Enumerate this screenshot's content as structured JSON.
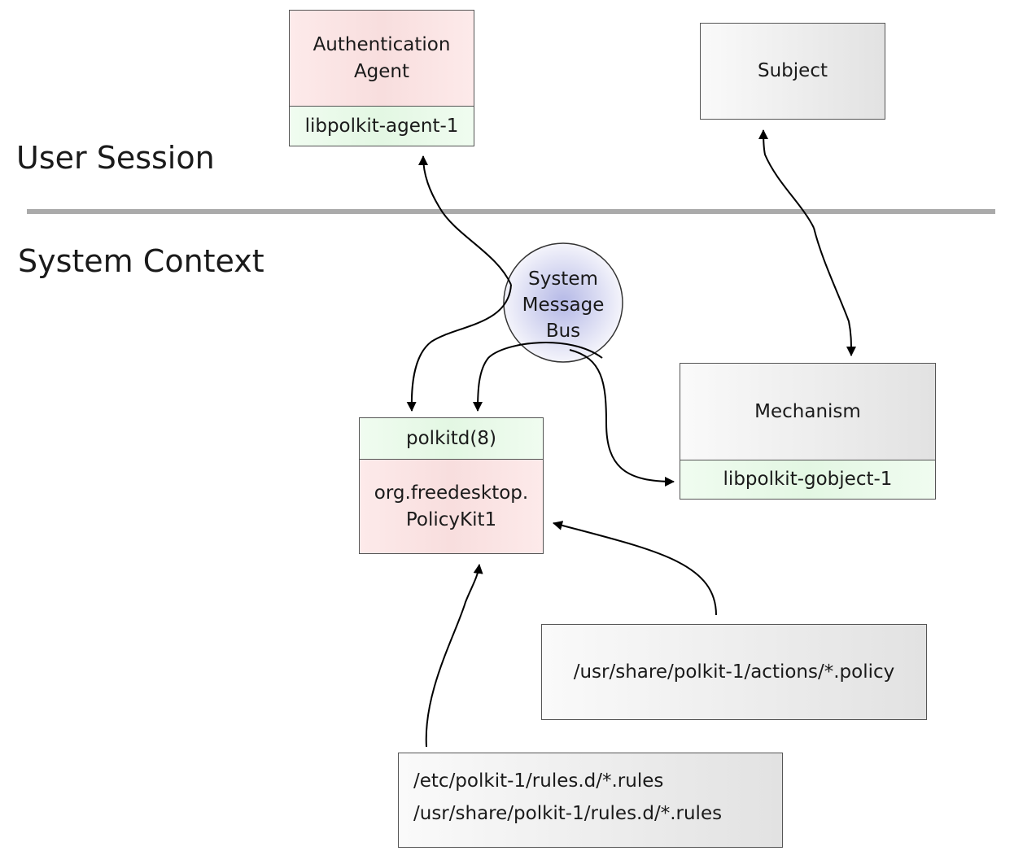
{
  "regions": {
    "user_session": "User Session",
    "system_context": "System Context"
  },
  "auth_agent": {
    "title_line1": "Authentication",
    "title_line2": "Agent",
    "library": "libpolkit-agent-1"
  },
  "subject": {
    "title": "Subject"
  },
  "bus": {
    "line1": "System",
    "line2": "Message",
    "line3": "Bus"
  },
  "polkitd": {
    "header": "polkitd(8)",
    "service_line1": "org.freedesktop.",
    "service_line2": "PolicyKit1"
  },
  "mechanism": {
    "title": "Mechanism",
    "library": "libpolkit-gobject-1"
  },
  "actions_file": {
    "path": "/usr/share/polkit-1/actions/*.policy"
  },
  "rules_files": {
    "path1": "/etc/polkit-1/rules.d/*.rules",
    "path2": "/usr/share/polkit-1/rules.d/*.rules"
  },
  "colors": {
    "divider": "#aaaaaa",
    "arrow": "#000000",
    "pink_fill": "#f8dede",
    "green_fill": "#e3f7e3",
    "gray_fill": "#e2e2e2",
    "bus_fill": "#b4b8e6"
  }
}
